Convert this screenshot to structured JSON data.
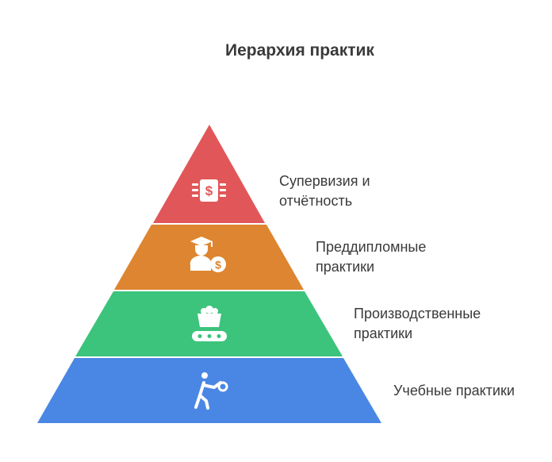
{
  "title": "Иерархия практик",
  "colors": {
    "level1": "#e15759",
    "level2": "#dd8530",
    "level3": "#3cc47c",
    "level4": "#4a87e4",
    "icon": "#ffffff",
    "text": "#3a3a3a"
  },
  "levels": [
    {
      "icon": "chip-dollar-icon",
      "lines": [
        "Супервизия и",
        "отчётность"
      ]
    },
    {
      "icon": "graduate-money-icon",
      "lines": [
        "Преддипломные",
        "практики"
      ]
    },
    {
      "icon": "conveyor-cart-icon",
      "lines": [
        "Производственные",
        "практики"
      ]
    },
    {
      "icon": "throwing-person-icon",
      "lines": [
        "Учебные практики"
      ]
    }
  ]
}
